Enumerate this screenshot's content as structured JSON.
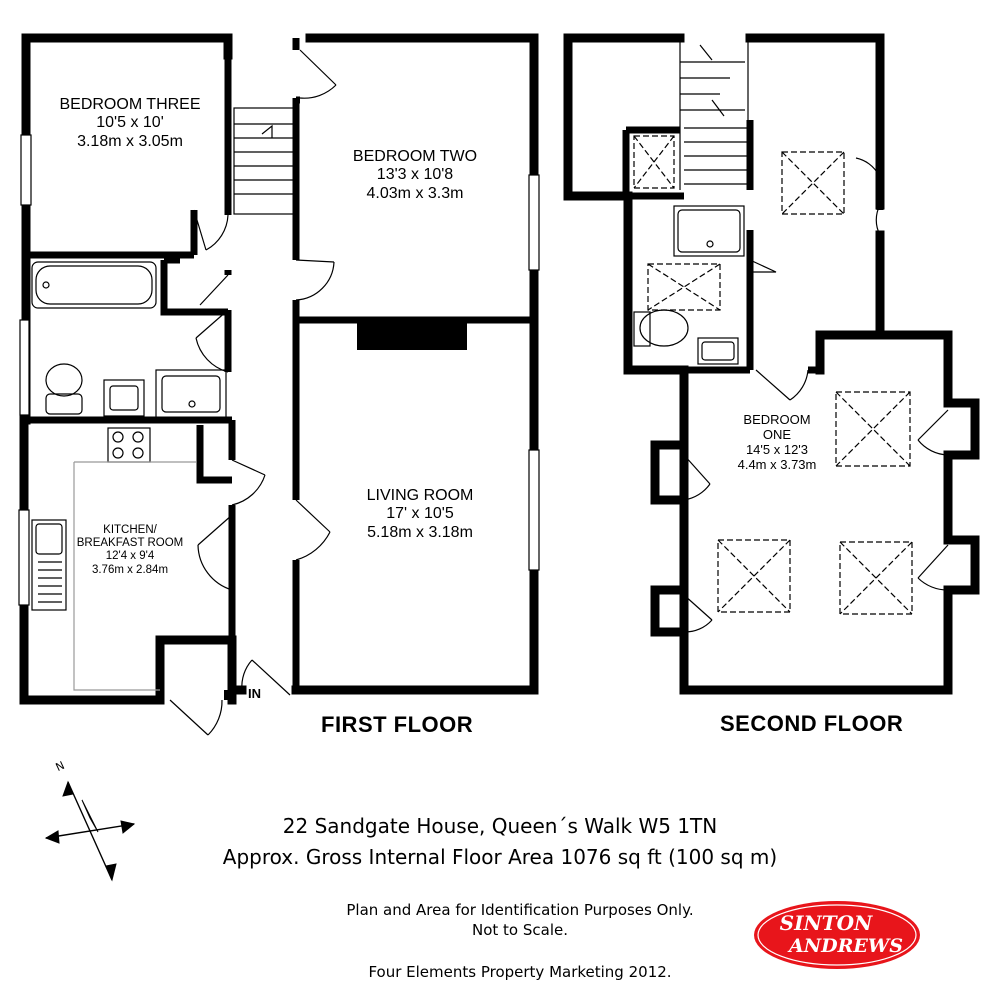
{
  "first_floor": {
    "title": "FIRST FLOOR",
    "entrance_label": "IN",
    "rooms": [
      {
        "name": "BEDROOM THREE",
        "imperial": "10'5 x 10'",
        "metric": "3.18m x 3.05m"
      },
      {
        "name": "BEDROOM TWO",
        "imperial": "13'3 x 10'8",
        "metric": "4.03m x 3.3m"
      },
      {
        "name": "LIVING ROOM",
        "imperial": "17' x 10'5",
        "metric": "5.18m x 3.18m"
      },
      {
        "name_line1": "KITCHEN/",
        "name_line2": "BREAKFAST ROOM",
        "imperial": "12'4 x 9'4",
        "metric": "3.76m x 2.84m"
      }
    ]
  },
  "second_floor": {
    "title": "SECOND FLOOR",
    "rooms": [
      {
        "name_line1": "BEDROOM",
        "name_line2": "ONE",
        "imperial": "14'5 x 12'3",
        "metric": "4.4m x 3.73m"
      }
    ]
  },
  "compass": {
    "label": "N"
  },
  "footer": {
    "address": "22 Sandgate House, Queen´s Walk W5 1TN",
    "area": "Approx. Gross Internal Floor Area 1076 sq ft (100 sq m)",
    "disclaimer_line1": "Plan and Area for Identification Purposes Only.",
    "disclaimer_line2": "Not to Scale.",
    "credit": "Four Elements Property Marketing 2012."
  },
  "logo": {
    "line1": "SINTON",
    "line2": "ANDREWS",
    "color": "#e8151b"
  },
  "colors": {
    "wall": "#000000",
    "background": "#ffffff"
  }
}
